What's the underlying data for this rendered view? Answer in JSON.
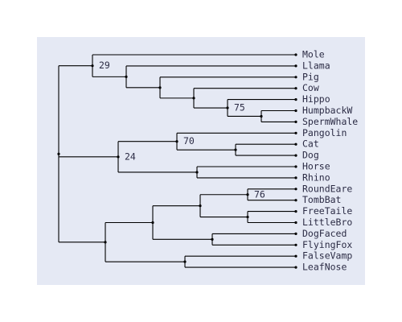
{
  "panel": {
    "background": "#e5e9f4"
  },
  "taxa": [
    "Mole",
    "Llama",
    "Pig",
    "Cow",
    "Hippo",
    "HumpbackW",
    "SpermWhale",
    "Pangolin",
    "Cat",
    "Dog",
    "Horse",
    "Rhino",
    "RoundEare",
    "TombBat",
    "FreeTaile",
    "LittleBro",
    "DogFaced",
    "FlyingFox",
    "FalseVamp",
    "LeafNose"
  ],
  "support_values": {
    "mole_llama_clade": "29",
    "whale_clade": "75",
    "pangolin_clade": "70",
    "laurasiatheria_clade": "24",
    "bat_clade": "76"
  }
}
